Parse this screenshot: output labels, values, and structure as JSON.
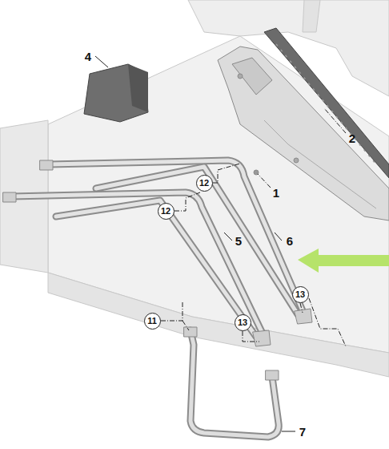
{
  "diagram": {
    "nodes": [
      {
        "text": [
          "12"
        ]
      },
      {
        "text": [
          "12"
        ]
      },
      {
        "text": [
          "13"
        ]
      },
      {
        "text": [
          "11"
        ]
      },
      {
        "text": [
          "13"
        ]
      }
    ],
    "labels": [
      "4",
      "2",
      "1",
      "5",
      "6",
      "7"
    ]
  }
}
